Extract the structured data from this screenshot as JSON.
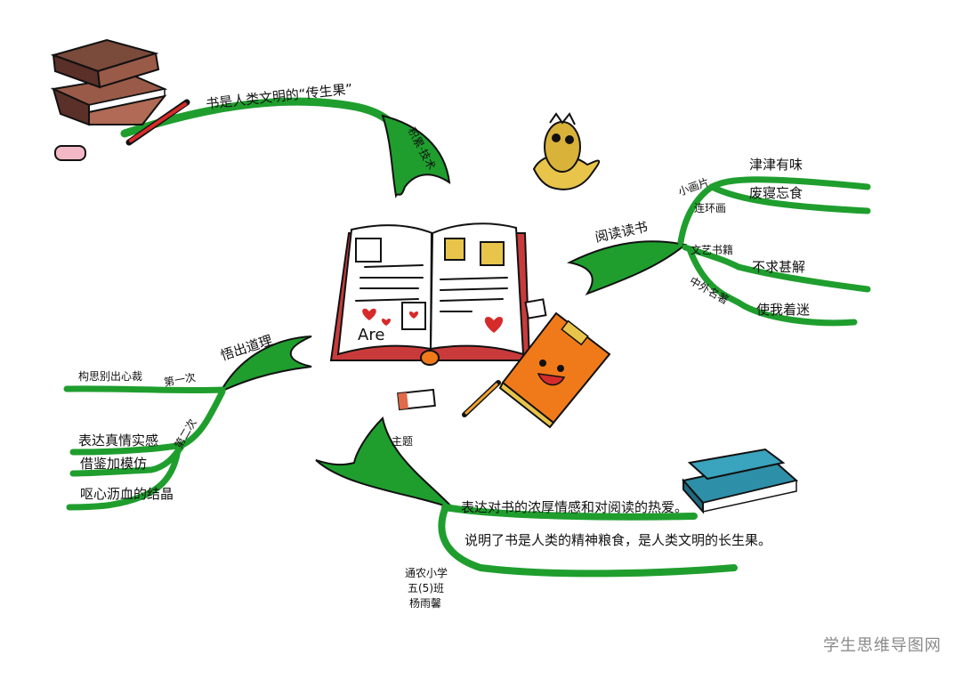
{
  "center": {
    "book_word": "Are"
  },
  "branches": {
    "top_left": {
      "label": "书是人类文明的“传生果”",
      "head_label": "积累·技术"
    },
    "right": {
      "label": "阅读读书",
      "sub_1": "小画片",
      "sub_2": "连环画",
      "sub_3": "文艺书籍",
      "sub_4": "中外名著",
      "leaf_1": "津津有味",
      "leaf_2": "废寝忘食",
      "leaf_3": "不求甚解",
      "leaf_4": "使我着迷"
    },
    "left": {
      "label": "悟出道理",
      "first": "第一次",
      "first_leaf": "构思别出心裁",
      "second": "第二次",
      "leaf_1": "表达真情实感",
      "leaf_2": "借鉴加模仿",
      "leaf_3": "呕心沥血的结晶"
    },
    "bottom": {
      "label": "主题",
      "leaf_1": "表达对书的浓厚情感和对阅读的热爱。",
      "leaf_2": "说明了书是人类的精神粮食，是人类文明的长生果。"
    }
  },
  "signature": {
    "line_1": "通农小学",
    "line_2": "五(5)班",
    "line_3": "杨雨馨"
  },
  "watermark": "学生思维导图网",
  "colors": {
    "branch": "#1f9e2e",
    "branch_dark": "#0f6e1c",
    "outline": "#111111",
    "book_red": "#c93b3b",
    "book_orange": "#f07a1a",
    "blue_book": "#2e8fa8",
    "brown_book": "#7a4a3a"
  }
}
